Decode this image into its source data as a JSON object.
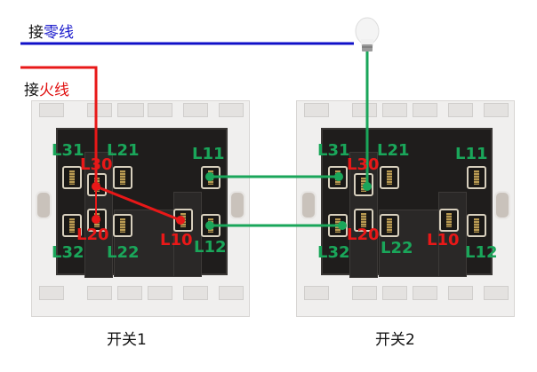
{
  "labels": {
    "neutral_prefix": "接",
    "neutral_main": "零线",
    "live_prefix": "接",
    "live_main": "火线"
  },
  "switches": [
    {
      "caption": "开关1",
      "terminals": {
        "L31": "L31",
        "L21": "L21",
        "L11": "L11",
        "L30": "L30",
        "L20": "L20",
        "L10": "L10",
        "L32": "L32",
        "L22": "L22",
        "L12": "L12"
      }
    },
    {
      "caption": "开关2",
      "terminals": {
        "L31": "L31",
        "L21": "L21",
        "L11": "L11",
        "L30": "L30",
        "L20": "L20",
        "L10": "L10",
        "L32": "L32",
        "L22": "L22",
        "L12": "L12"
      }
    }
  ],
  "lamp": {
    "icon": "light-bulb-icon"
  },
  "colors": {
    "neutral_wire": "#1010c8",
    "live_wire": "#e81818",
    "traveler_wire": "#1aa65a",
    "terminal_label_green": "#1aa65a",
    "terminal_label_red": "#e81818"
  },
  "wiring": [
    {
      "from": "neutral",
      "to": "lamp",
      "color": "blue"
    },
    {
      "from": "live",
      "to": "switch1.L30",
      "color": "red"
    },
    {
      "from": "switch1.L30",
      "to": "switch1.L20",
      "color": "red"
    },
    {
      "from": "switch1.L30",
      "to": "switch1.L10",
      "color": "red"
    },
    {
      "from": "switch1.L11",
      "to": "switch2.L31",
      "color": "green"
    },
    {
      "from": "switch1.L12",
      "to": "switch2.L32",
      "color": "green"
    },
    {
      "from": "lamp",
      "to": "switch2.L30",
      "color": "green"
    }
  ]
}
